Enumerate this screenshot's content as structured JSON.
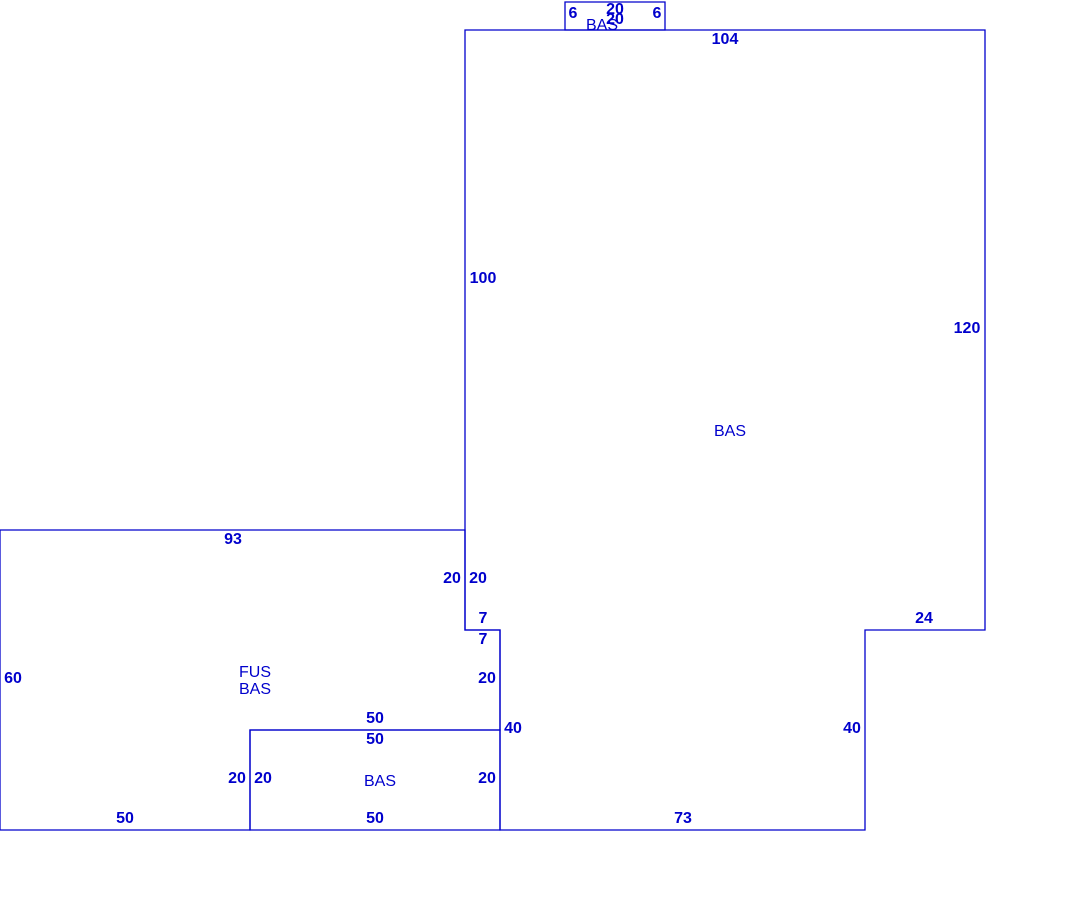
{
  "line_color": "#0000CC",
  "text_color": "#0000CC",
  "areas": {
    "main_bas": "BAS",
    "top_bas": "BAS",
    "left_fus": "FUS",
    "left_bas": "BAS",
    "bottom_bas": "BAS"
  },
  "dimensions": {
    "top_left_6": "6",
    "top_20_upper": "20",
    "top_20_lower": "20",
    "top_right_6": "6",
    "main_top_104": "104",
    "main_left_100": "100",
    "main_right_120": "120",
    "left_top_93": "93",
    "left_20_outer": "20",
    "left_20_inner": "20",
    "step_7_upper": "7",
    "step_7_lower": "7",
    "left_side_60": "60",
    "inner_right_20": "20",
    "notch_top_50_upper": "50",
    "notch_top_50_lower": "50",
    "notch_right_40": "40",
    "notch_left_20_outer": "20",
    "notch_left_20_inner": "20",
    "notch_right_20": "20",
    "bottom_left_50": "50",
    "bottom_mid_50": "50",
    "bottom_right_73": "73",
    "right_step_24": "24",
    "right_step_40": "40"
  }
}
